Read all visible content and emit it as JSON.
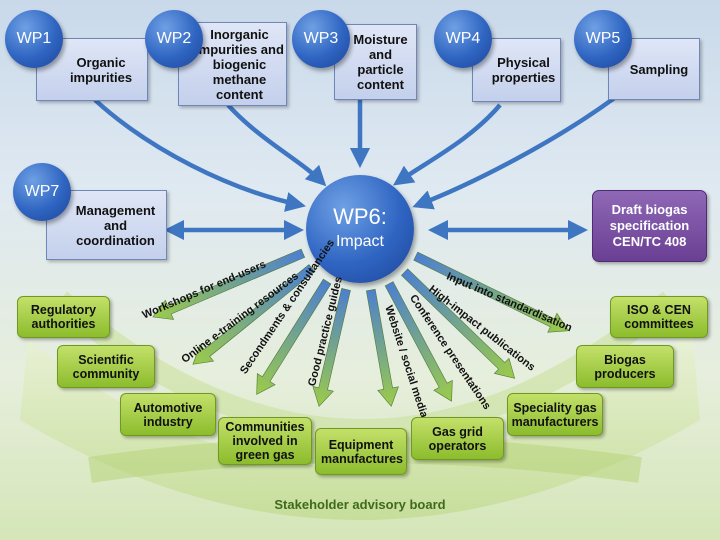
{
  "work_packages": [
    {
      "id": "WP1",
      "label": "Organic impurities"
    },
    {
      "id": "WP2",
      "label": "Inorganic impurities and biogenic methane content"
    },
    {
      "id": "WP3",
      "label": "Moisture and particle content"
    },
    {
      "id": "WP4",
      "label": "Physical properties"
    },
    {
      "id": "WP5",
      "label": "Sampling"
    },
    {
      "id": "WP7",
      "label": "Management and coordination"
    }
  ],
  "hub": {
    "id": "WP6:",
    "label": "Impact"
  },
  "output": {
    "label": "Draft biogas specification CEN/TC 408"
  },
  "channels": [
    "Workshops for end-users",
    "Online e-training resources",
    "Secondments & consultancies",
    "Good practice guides",
    "Website / social media",
    "Conference presentations",
    "High-impact publications",
    "Input into standardisation"
  ],
  "stakeholders": [
    "Regulatory authorities",
    "Scientific community",
    "Automotive industry",
    "Communities involved in green gas",
    "Equipment manufactures",
    "Gas grid operators",
    "Speciality gas manufacturers",
    "Biogas producers",
    "ISO & CEN committees"
  ],
  "footer": "Stakeholder advisory board",
  "colors": {
    "wp_circle": "#2f65c2",
    "stakeholder": "#8cbc2c",
    "output": "#6a3f94",
    "arrow": "#3f76c2"
  }
}
